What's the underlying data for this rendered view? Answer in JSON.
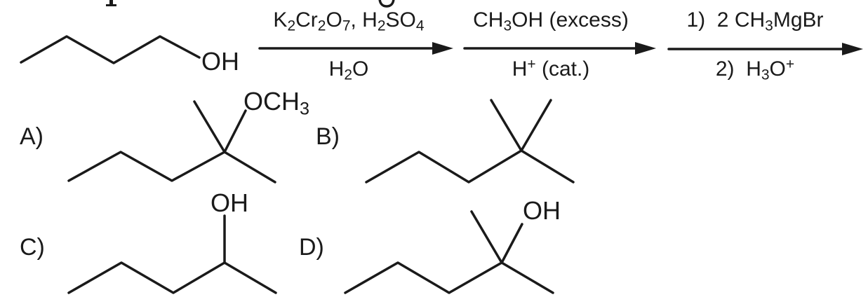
{
  "colors": {
    "ink": "#1a1a1a",
    "background": "#ffffff"
  },
  "reaction": {
    "reactant": {
      "depicts": "butan-1-ol (skeletal structure)",
      "hydroxyl_label": "OH"
    },
    "steps": [
      {
        "above": "K_2Cr_2O_7, H_2SO_4",
        "below": "H_2O"
      },
      {
        "above": "CH_3OH (excess)",
        "below": "H^+ (cat.)"
      },
      {
        "above": "1)  2 CH_3MgBr",
        "below": "2)  H_3O^+"
      }
    ]
  },
  "choices": [
    {
      "label": "A)",
      "group_label": "OCH_3",
      "depicts": "2-methoxy-2-methylpentane (skeletal)"
    },
    {
      "label": "B)",
      "depicts": "2,2-dimethylpentane (skeletal)"
    },
    {
      "label": "C)",
      "group_label": "OH",
      "depicts": "pentan-2-ol (skeletal)"
    },
    {
      "label": "D)",
      "group_label": "OH",
      "depicts": "2-methylpentan-2-ol (skeletal)"
    }
  ]
}
